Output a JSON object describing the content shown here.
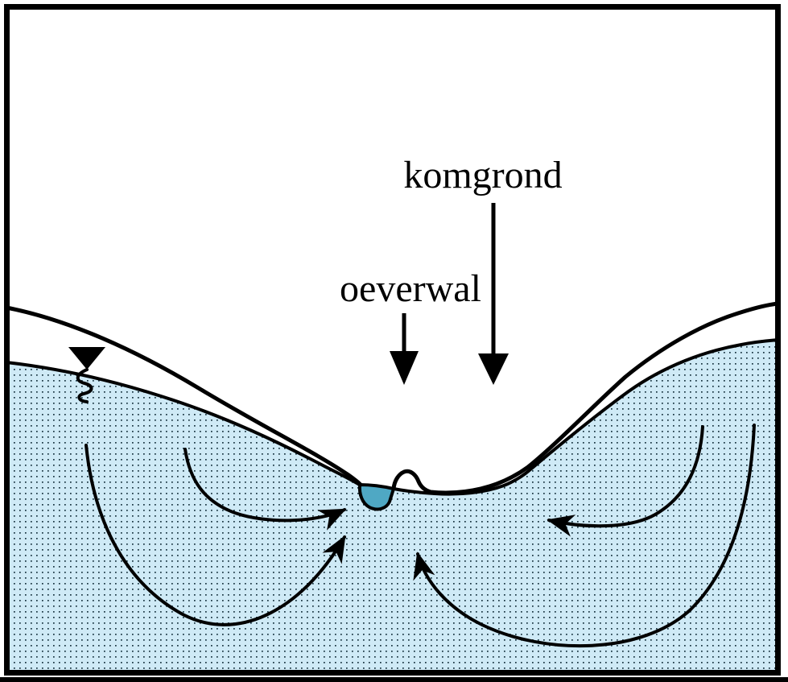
{
  "diagram": {
    "labels": {
      "komgrond": "komgrond",
      "oeverwal": "oeverwal"
    },
    "colors": {
      "background": "#ffffff",
      "outline": "#000000",
      "groundwater_fill": "#cfeaf6",
      "groundwater_dot": "#16323e",
      "ditch_water": "#4fa8c4"
    },
    "icons": {
      "water_table_marker": "inverted-triangle-with-squiggle",
      "flow_arrow": "barbed-arrowhead",
      "label_arrow": "solid-down-arrow"
    }
  }
}
